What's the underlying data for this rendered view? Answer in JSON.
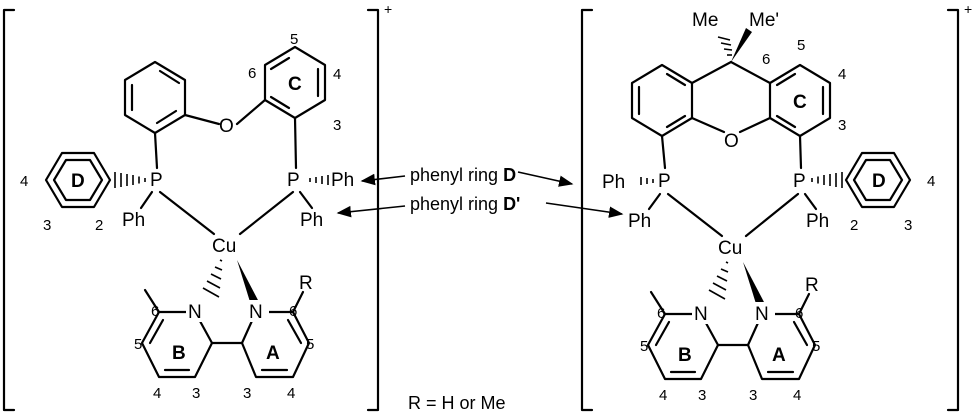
{
  "charge": "+",
  "atoms": {
    "O": "O",
    "P": "P",
    "Cu": "Cu",
    "N": "N",
    "Ph": "Ph",
    "R": "R",
    "Me": "Me",
    "Me_prime": "Me'"
  },
  "rings": {
    "A": "A",
    "B": "B",
    "C": "C",
    "D": "D"
  },
  "positions": {
    "n2": "2",
    "n3": "3",
    "n4": "4",
    "n5": "5",
    "n6": "6"
  },
  "annotations": {
    "ringD_prefix": "phenyl ring ",
    "ringD_label": "D",
    "ringDp_prefix": "phenyl ring ",
    "ringDp_label": "D'",
    "r_definition": "R = H or Me"
  }
}
